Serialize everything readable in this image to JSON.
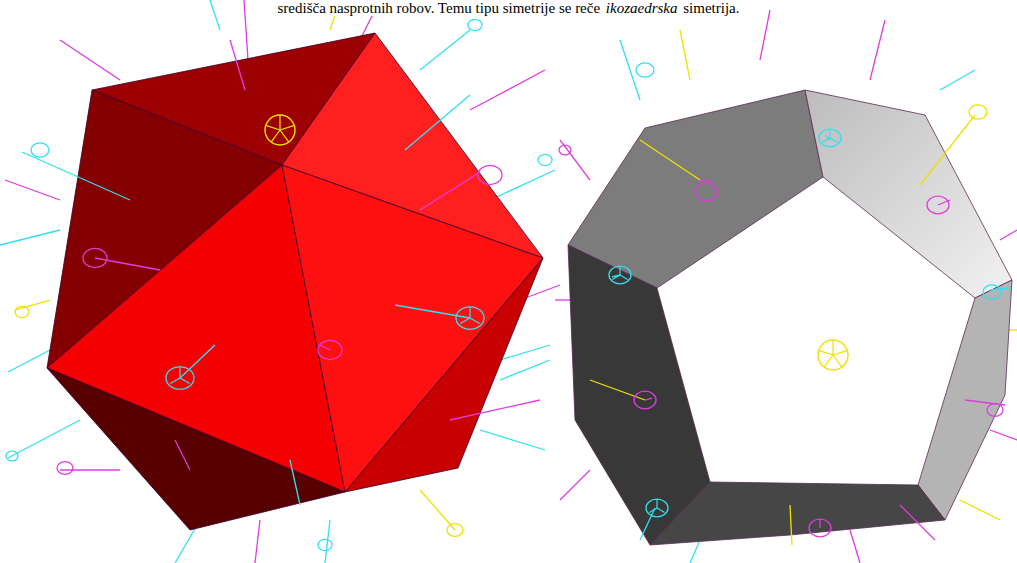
{
  "diagram": {
    "labels": [
      "središča nasprotnih robov. Temu tipu simetrije se reče",
      "ikozaedrska",
      "simetrija."
    ]
  }
}
